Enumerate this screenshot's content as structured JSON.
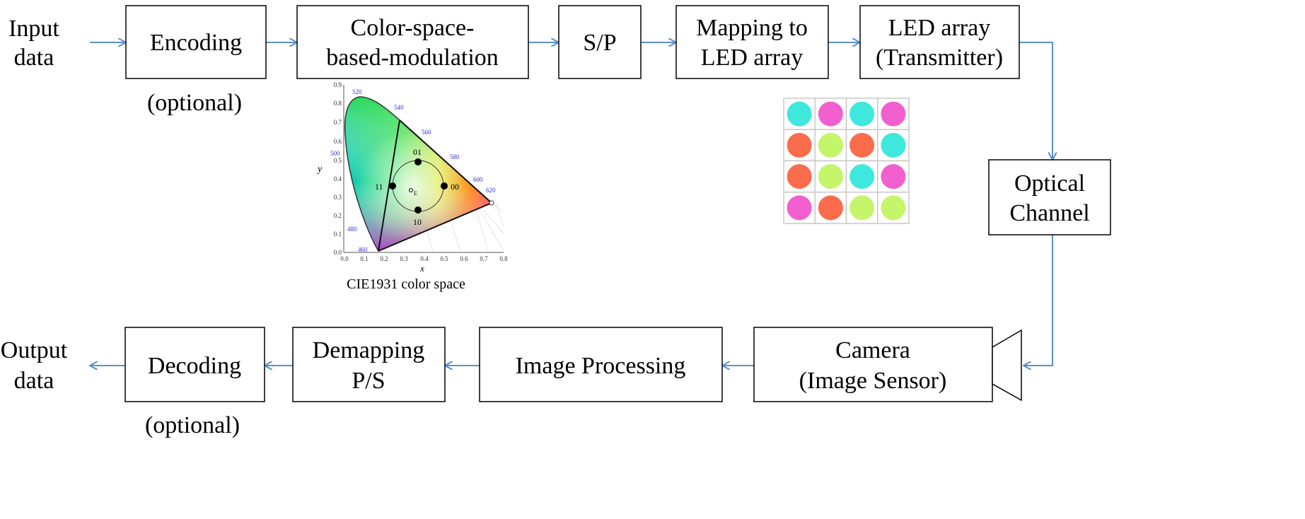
{
  "colors": {
    "arrow": "#5b8fc9",
    "box_border": "#000000",
    "grid": "#c8c8c8",
    "led_cyan": "#3ee8dc",
    "led_magenta": "#f25fce",
    "led_orange": "#fa6c4c",
    "led_lime": "#c5f56a"
  },
  "labels": {
    "input_line1": "Input",
    "input_line2": "data",
    "output_line1": "Output",
    "output_line2": "data",
    "optional_top": "(optional)",
    "optional_bottom": "(optional)"
  },
  "blocks": {
    "encoding": {
      "line1": "Encoding"
    },
    "modulation": {
      "line1": "Color-space-",
      "line2": "based-modulation"
    },
    "sp": {
      "line1": "S/P"
    },
    "mapping": {
      "line1": "Mapping  to",
      "line2": "LED array"
    },
    "led": {
      "line1": "LED array",
      "line2": "(Transmitter)"
    },
    "optical": {
      "line1": "Optical",
      "line2": "Channel"
    },
    "camera": {
      "line1": "Camera",
      "line2": "(Image  Sensor)"
    },
    "imgproc": {
      "line1": "Image  Processing"
    },
    "demap": {
      "line1": "Demapping",
      "line2": "P/S"
    },
    "decoding": {
      "line1": "Decoding"
    }
  },
  "cie": {
    "caption": "CIE1931   color space",
    "xlabel": "x",
    "ylabel": "y",
    "x_ticks": [
      "0.0",
      "0.1",
      "0.2",
      "0.3",
      "0.4",
      "0.5",
      "0.6",
      "0.7",
      "0.8"
    ],
    "y_ticks": [
      "0.0",
      "0.1",
      "0.2",
      "0.3",
      "0.4",
      "0.5",
      "0.6",
      "0.7",
      "0.8",
      "0.9"
    ],
    "wavelengths": [
      "520",
      "540",
      "560",
      "580",
      "600",
      "620",
      "500",
      "480",
      "460"
    ],
    "symbols": [
      "01",
      "11",
      "00",
      "10"
    ],
    "white_point_label": "E"
  },
  "led_grid": [
    [
      "cyan",
      "magenta",
      "cyan",
      "magenta"
    ],
    [
      "orange",
      "lime",
      "orange",
      "cyan"
    ],
    [
      "orange",
      "lime",
      "cyan",
      "magenta"
    ],
    [
      "magenta",
      "orange",
      "lime",
      "lime"
    ]
  ]
}
